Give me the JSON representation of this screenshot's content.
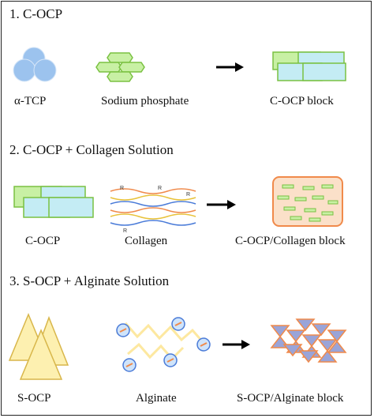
{
  "sections": [
    {
      "heading": "1. C-OCP",
      "labels": [
        "α-TCP",
        "Sodium phosphate",
        "C-OCP block"
      ]
    },
    {
      "heading": "2. C-OCP + Collagen Solution",
      "labels": [
        "C-OCP",
        "Collagen",
        "C-OCP/Collagen block"
      ],
      "collagen_marker": "R"
    },
    {
      "heading": "3. S-OCP + Alginate Solution",
      "labels": [
        "S-OCP",
        "Alginate",
        "S-OCP/Alginate block"
      ]
    }
  ],
  "colors": {
    "tcp_blue": "#9cc3ee",
    "green_fill": "#c8f0a4",
    "green_edge": "#7ac142",
    "cyan_fill": "#c4ecf4",
    "orange_fill": "#fbe0c9",
    "orange_edge": "#f08a4b",
    "yellow_fill": "#fdf0b0",
    "yellow_edge": "#d8b64a",
    "purple_fill": "#9aa4d8",
    "arrow": "#000000"
  },
  "icons": [
    "arrow-right-icon",
    "arrow-right-icon",
    "arrow-right-icon"
  ]
}
